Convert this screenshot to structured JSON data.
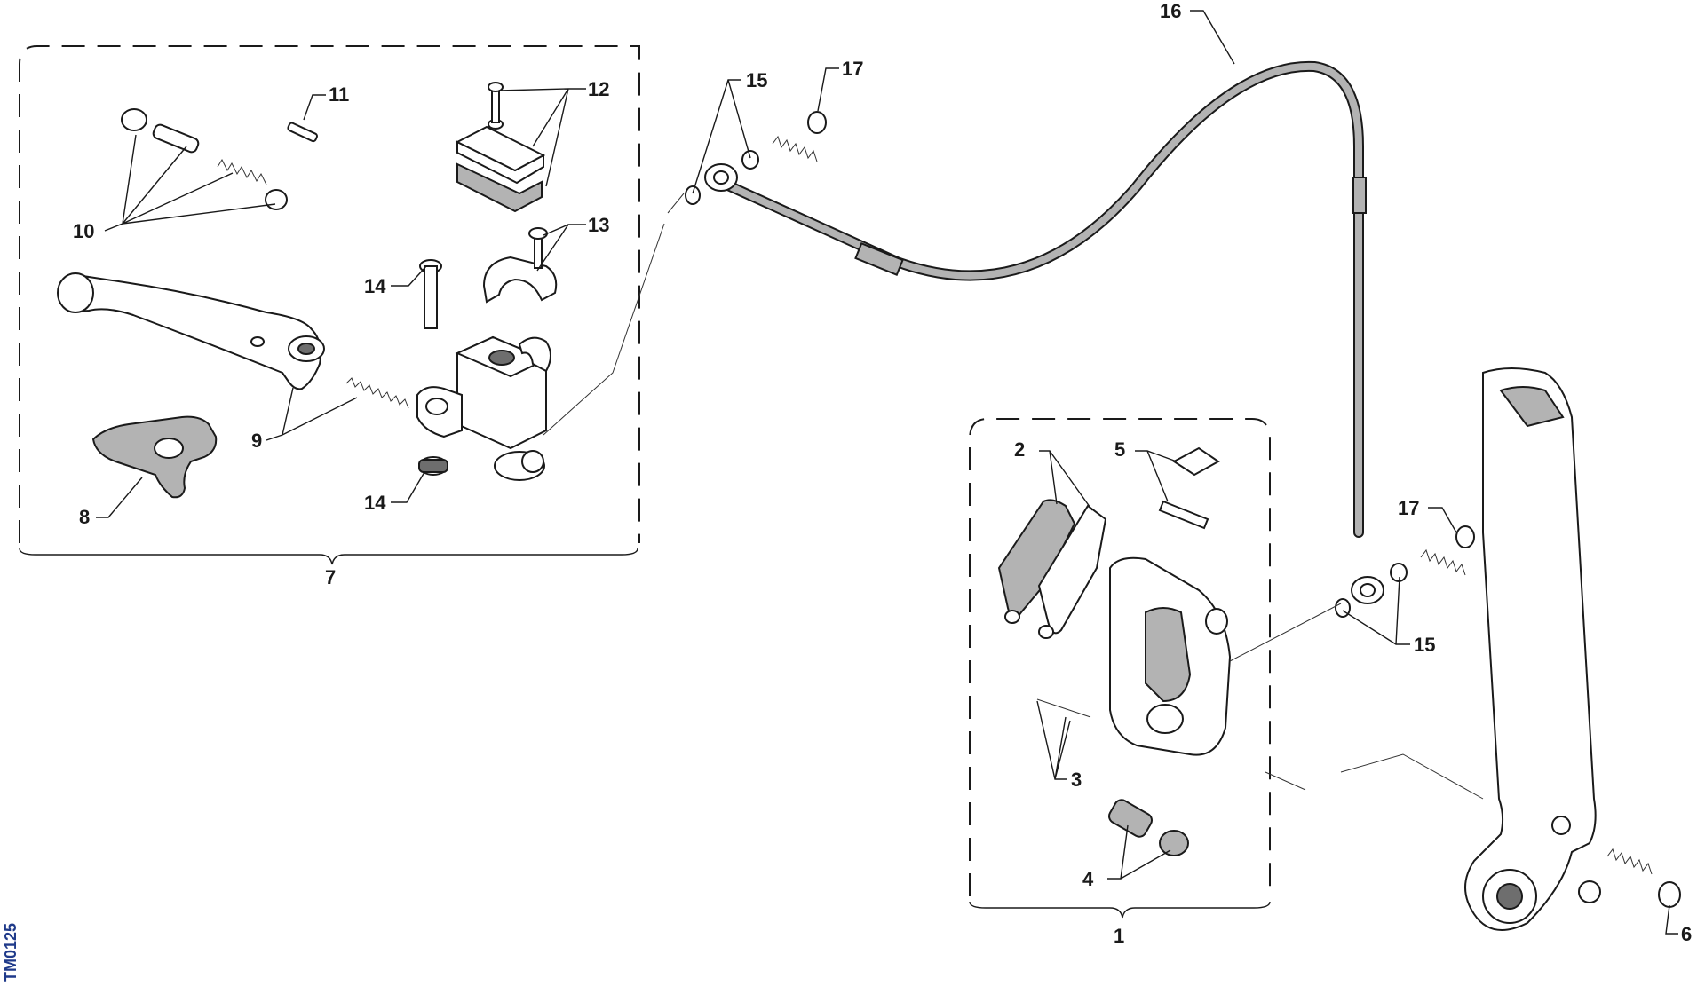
{
  "reference_code": "TM0125",
  "callouts": {
    "c1": "1",
    "c2": "2",
    "c3": "3",
    "c4": "4",
    "c5": "5",
    "c6": "6",
    "c7": "7",
    "c8": "8",
    "c9": "9",
    "c10": "10",
    "c11": "11",
    "c12": "12",
    "c13": "13",
    "c14a": "14",
    "c14b": "14",
    "c15a": "15",
    "c15b": "15",
    "c16": "16",
    "c17a": "17",
    "c17b": "17"
  },
  "colors": {
    "line": "#1a1a1a",
    "part_fill": "#ffffff",
    "shade": "#b3b3b3",
    "reference_text": "#1f3a8a"
  }
}
